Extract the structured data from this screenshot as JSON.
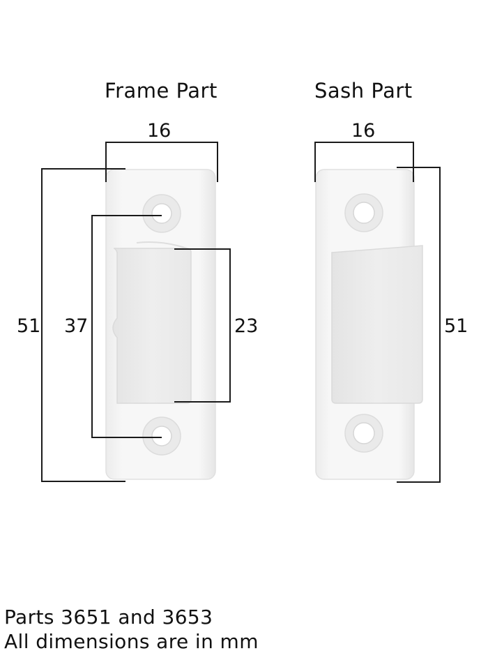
{
  "titles": {
    "frame": "Frame Part",
    "sash": "Sash Part"
  },
  "dimensions": {
    "frame_width": "16",
    "sash_width": "16",
    "frame_height": "51",
    "frame_hole_spacing": "37",
    "frame_catch_length": "23",
    "sash_height": "51"
  },
  "footer": {
    "line1": "Parts 3651 and 3653",
    "line2": "All dimensions are in mm"
  },
  "colors": {
    "part_body": "#f4f4f4",
    "part_outline": "#e2e2e2",
    "dimension_line": "#1a1a1a"
  }
}
